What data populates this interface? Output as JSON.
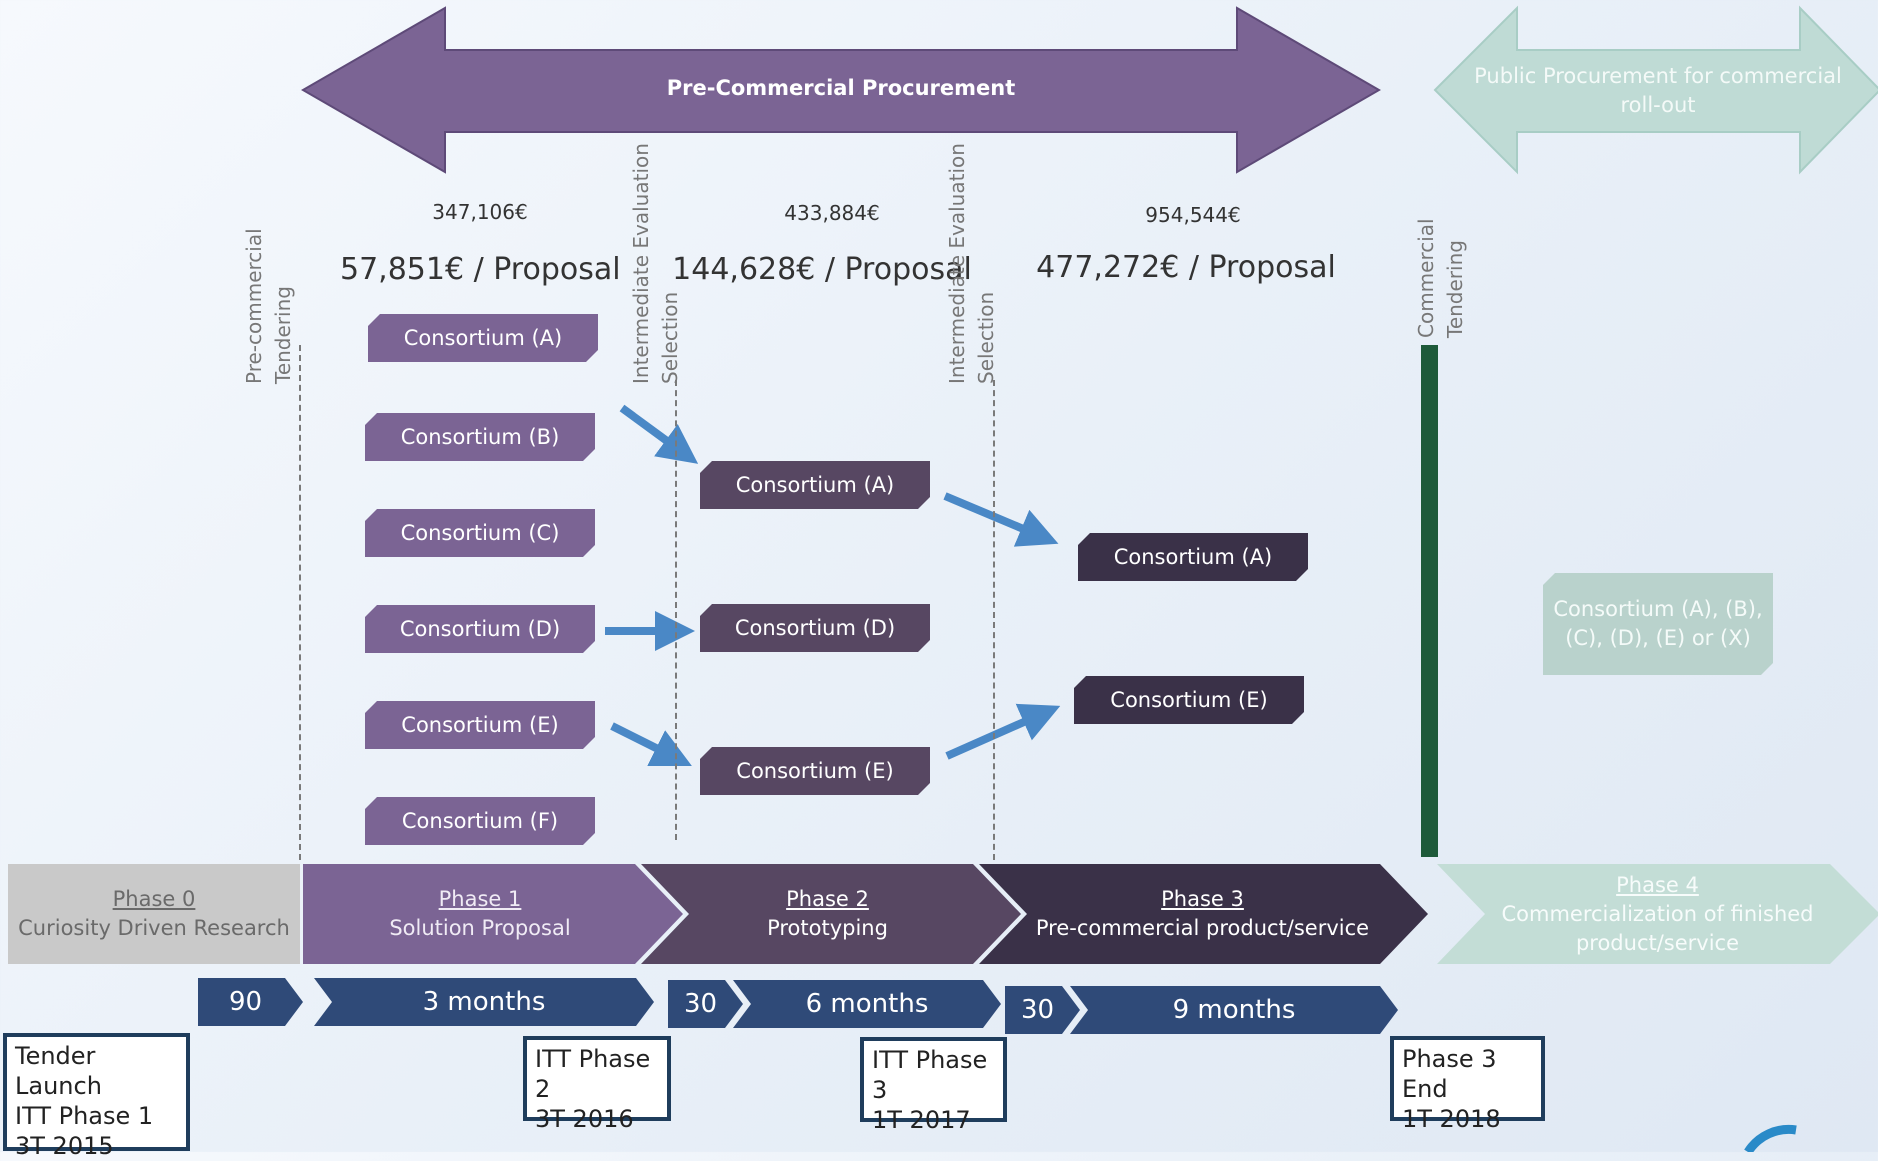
{
  "top_arrows": {
    "pcp": "Pre-Commercial Procurement",
    "ppc": "Public Procurement for commercial roll-out"
  },
  "budgets": {
    "phase1_total": "347,106€",
    "phase2_total": "433,884€",
    "phase3_total": "954,544€",
    "phase1_per": "57,851€ / Proposal",
    "phase2_per": "144,628€ / Proposal",
    "phase3_per": "477,272€ / Proposal"
  },
  "vertical_labels": {
    "pre_commercial": "Pre-commercial\nTendering",
    "eval1": "Intermediate Evaluation\nSelection",
    "eval2": "Intermediate Evaluation\nSelection",
    "commercial": "Commercial\nTendering"
  },
  "phase1_consortia": [
    "Consortium (A)",
    "Consortium (B)",
    "Consortium (C)",
    "Consortium (D)",
    "Consortium (E)",
    "Consortium (F)"
  ],
  "phase2_consortia": [
    "Consortium (A)",
    "Consortium (D)",
    "Consortium (E)"
  ],
  "phase3_consortia": [
    "Consortium (A)",
    "Consortium (E)"
  ],
  "phase4_consortia": "Consortium (A), (B), (C), (D), (E) or (X)",
  "phases": [
    {
      "title": "Phase 0",
      "subtitle": "Curiosity Driven Research"
    },
    {
      "title": "Phase 1",
      "subtitle": "Solution Proposal"
    },
    {
      "title": "Phase 2",
      "subtitle": "Prototyping"
    },
    {
      "title": "Phase 3",
      "subtitle": "Pre-commercial product/service"
    },
    {
      "title": "Phase 4",
      "subtitle": "Commercialization of finished product/service"
    }
  ],
  "durations": [
    "90",
    "3 months",
    "30",
    "6 months",
    "30",
    "9 months"
  ],
  "milestones": [
    "Tender Launch\nITT Phase 1\n3T 2015",
    "ITT Phase 2\n3T 2016",
    "ITT Phase 3\n1T 2017",
    "Phase 3 End\n1T 2018"
  ],
  "colors": {
    "phase1": "#7b6494",
    "phase2": "#574762",
    "phase3": "#3a3148",
    "phase4": "#b9d2cc",
    "phase0": "#c9c9c9",
    "timeline": "#2f4a78",
    "arrow": "#4a88c6",
    "commercial_bar": "#1e5a3a"
  }
}
